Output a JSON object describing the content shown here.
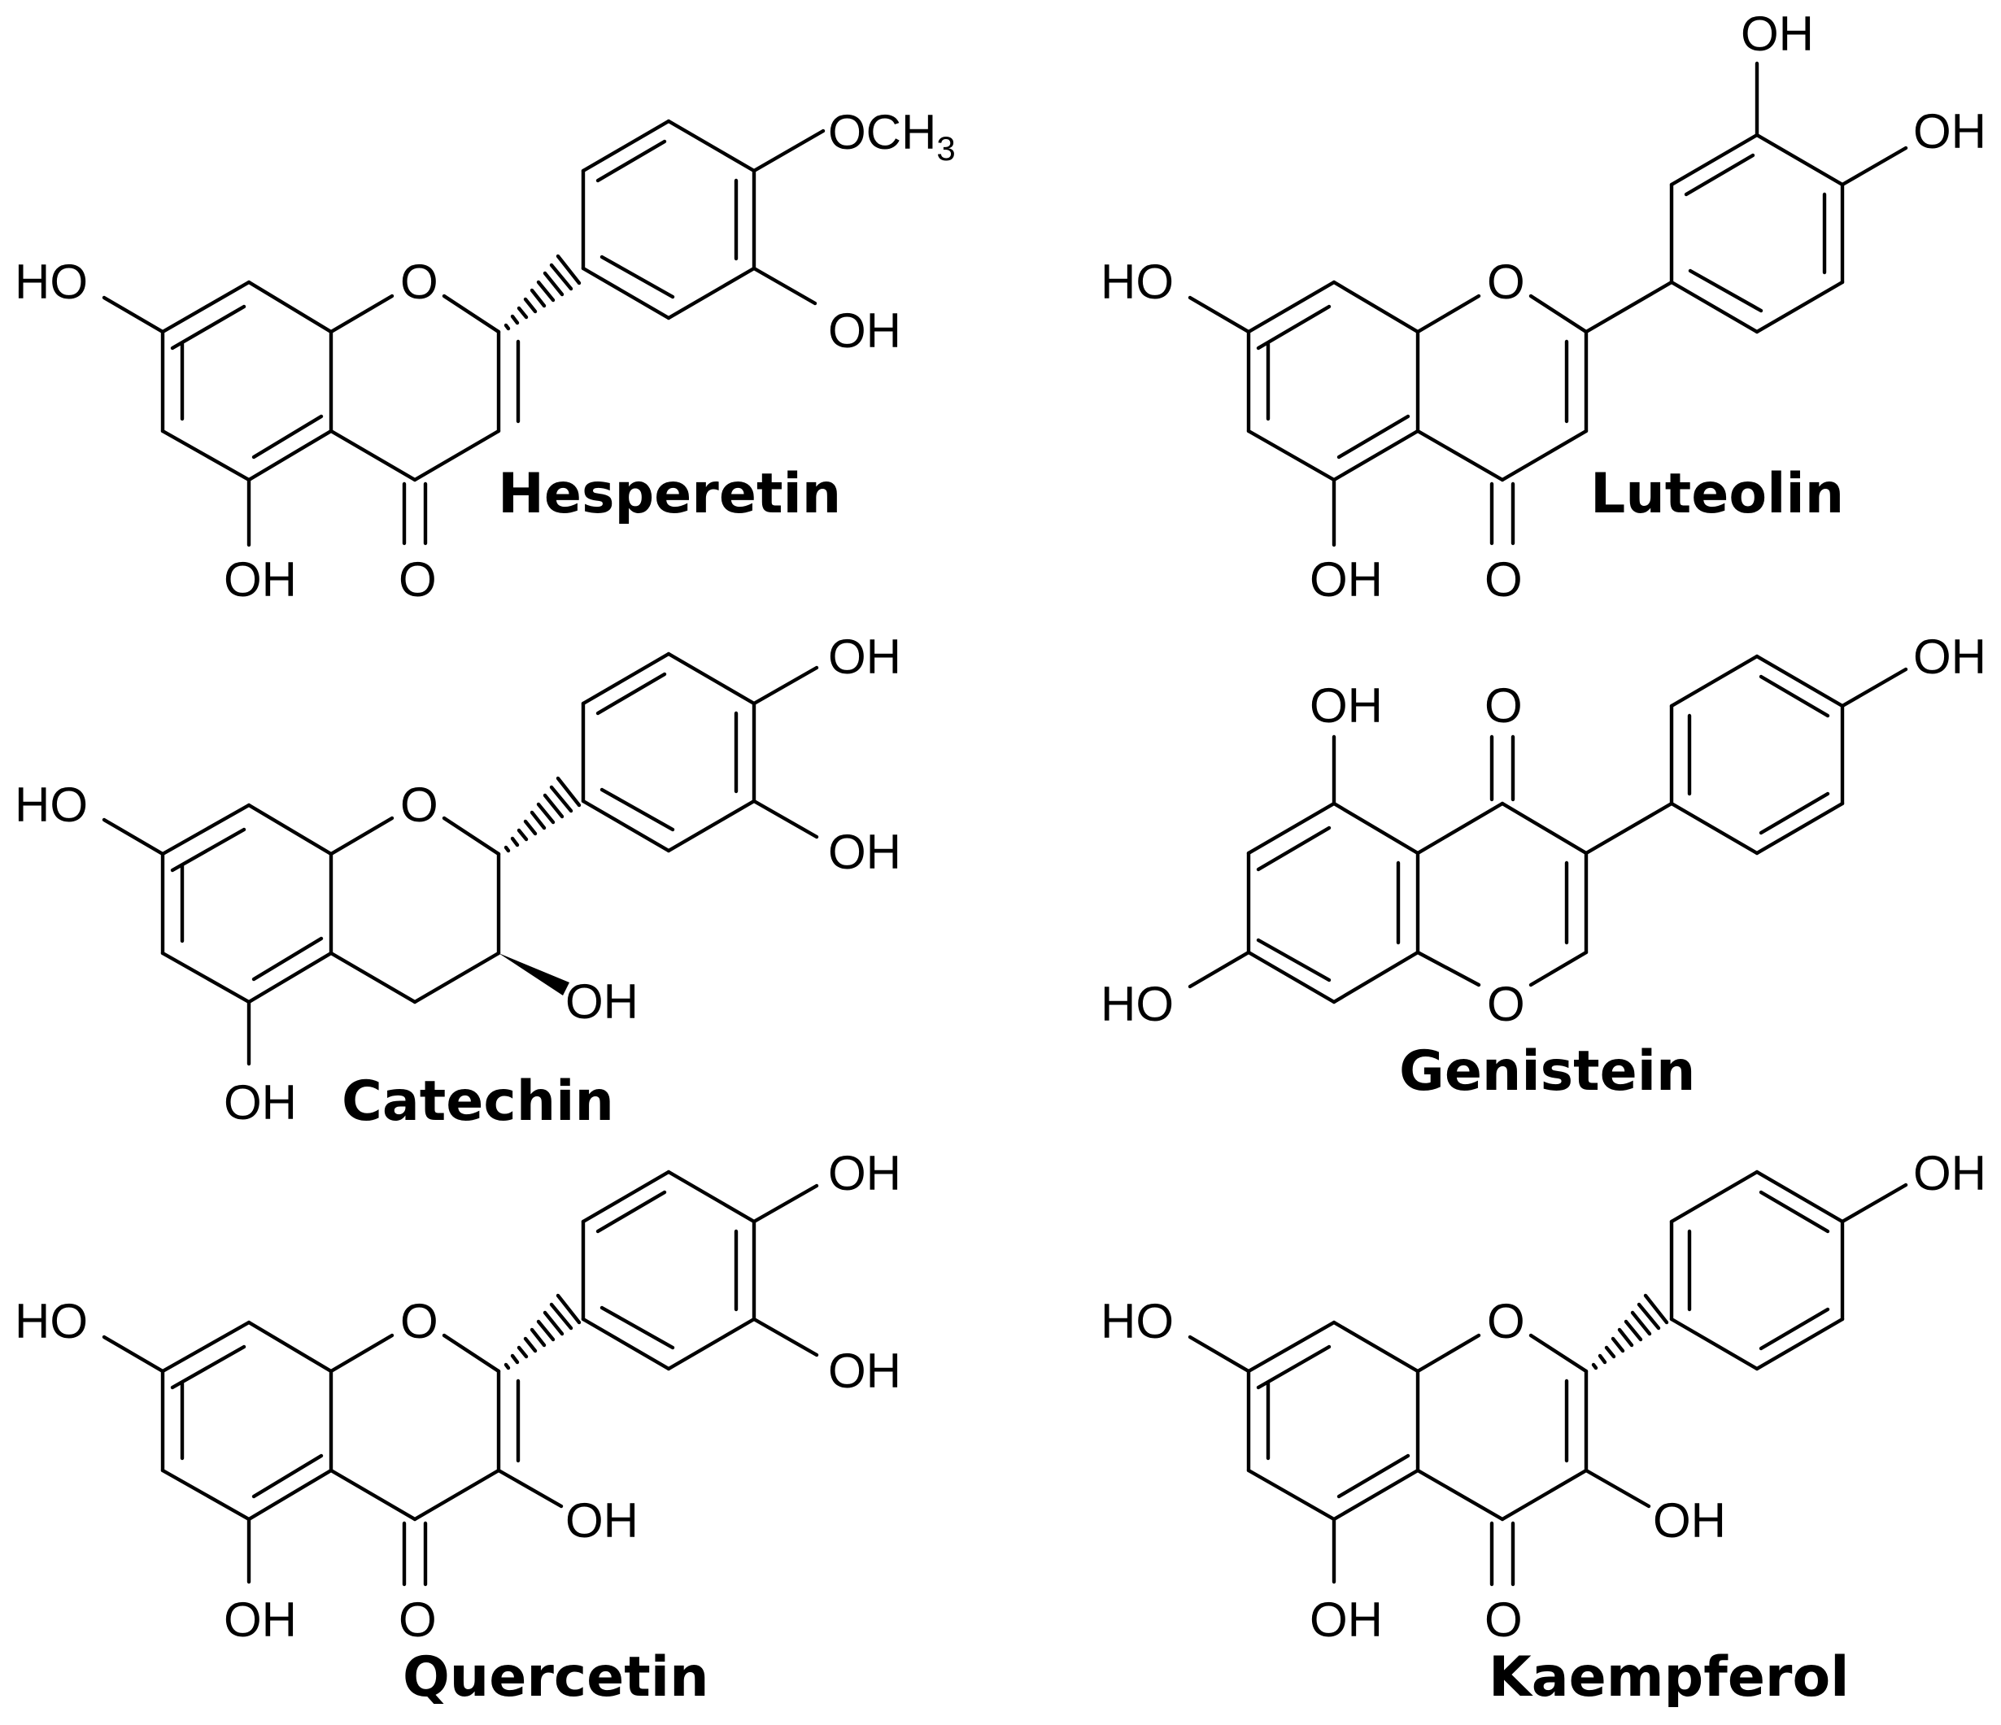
{
  "compounds": [
    {
      "name": "Hesperetin",
      "labels": {
        "ho7": "HO",
        "o1": "O",
        "oh5": "OH",
        "o4": "O",
        "oh3p": "OH",
        "och3": "OCH",
        "och3_sub": "3"
      }
    },
    {
      "name": "Luteolin",
      "labels": {
        "ho7": "HO",
        "o1": "O",
        "oh5": "OH",
        "o4": "O",
        "oh3p": "OH",
        "oh4p": "OH"
      }
    },
    {
      "name": "Catechin",
      "labels": {
        "ho7": "HO",
        "o1": "O",
        "oh5": "OH",
        "oh3": "OH",
        "oh3p": "OH",
        "oh4p": "OH"
      }
    },
    {
      "name": "Genistein",
      "labels": {
        "oh5": "OH",
        "o4": "O",
        "ho7": "HO",
        "o1": "O",
        "oh4p": "OH"
      }
    },
    {
      "name": "Quercetin",
      "labels": {
        "ho7": "HO",
        "o1": "O",
        "oh5": "OH",
        "o4": "O",
        "oh3": "OH",
        "oh3p": "OH",
        "oh4p": "OH"
      }
    },
    {
      "name": "Kaempferol",
      "labels": {
        "ho7": "HO",
        "o1": "O",
        "oh5": "OH",
        "o4": "O",
        "oh3": "OH",
        "oh4p": "OH"
      }
    }
  ]
}
